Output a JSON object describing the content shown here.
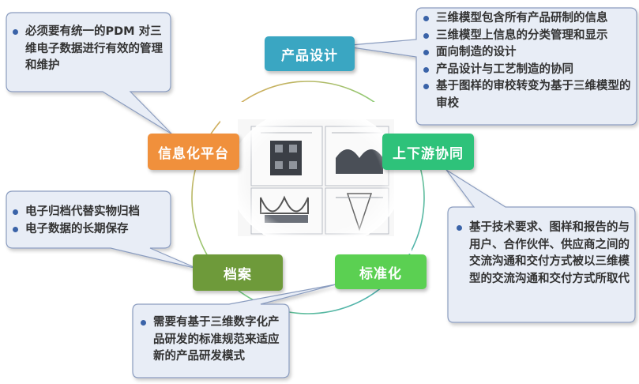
{
  "colors": {
    "design": "#3aa6c2",
    "collab": "#2ec27a",
    "standard": "#5bd052",
    "archive": "#6e9a3a",
    "platform": "#f0903c",
    "bubble_fill": "#e8edf6",
    "bubble_stroke": "#8a9cbf",
    "bullet": "#3a63a8"
  },
  "nodes": {
    "design": "产品设计",
    "collab": "上下游协同",
    "standard": "标准化",
    "archive": "档案",
    "platform": "信息化平台"
  },
  "bubbles": {
    "top_left": [
      "必须要有统一的PDM 对三维电子数据进行有效的管理和维护"
    ],
    "top_right": [
      "三维模型包含所有产品研制的信息",
      "三维模型上信息的分类管理和显示",
      "面向制造的设计",
      "产品设计与工艺制造的协同",
      "基于图样的审校转变为基于三维模型的审校"
    ],
    "mid_left": [
      "电子归档代替实物归档",
      "电子数据的长期保存"
    ],
    "mid_right": [
      "基于技术要求、图样和报告的与用户、合作伙伴、供应商之间的交流沟通和交付方式被以三维模型的交流沟通和交付方式所取代"
    ],
    "bottom": [
      "需要有基于三维数字化产品研发的标准规范来适应新的产品研发模式"
    ]
  },
  "center_image": {
    "icon": "cad-drawing-icon"
  }
}
